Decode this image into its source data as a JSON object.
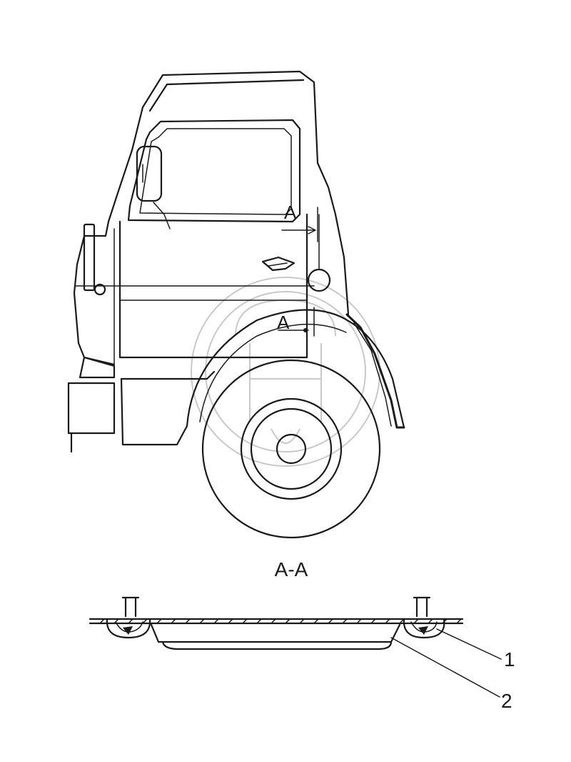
{
  "diagram": {
    "section_marker_top": "A",
    "section_marker_bottom": "A",
    "section_title": "A-A",
    "callouts": [
      "1",
      "2"
    ]
  }
}
